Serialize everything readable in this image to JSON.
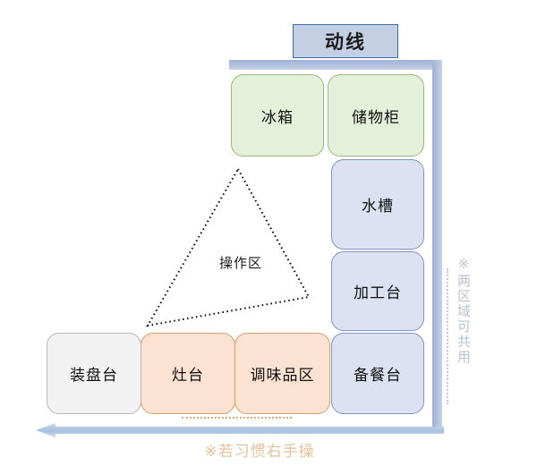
{
  "title": {
    "label": "动线"
  },
  "zone": {
    "label": "操作区"
  },
  "units": {
    "refrigerator": "冰箱",
    "storage_cabinet": "储物柜",
    "sink": "水槽",
    "prep_counter": "加工台",
    "serving_counter": "备餐台",
    "seasoning_area": "调味品区",
    "stove": "灶台",
    "plating_counter": "装盘台"
  },
  "notes": {
    "right_vertical": "※两区域可共用",
    "bottom_caption": "※若习惯右手操"
  },
  "colors": {
    "title_fill": "#c3cfe3",
    "title_border": "#3e6ea8",
    "wall": "#9fb2d4",
    "green_fill": "#e4f0da",
    "green_border": "#9ab97a",
    "blue_fill": "#dde2f2",
    "blue_border": "#8095c4",
    "orange_fill": "#fce2d3",
    "orange_border": "#d9a06a",
    "gray_fill": "#f2f2f2",
    "gray_border": "#b8b8b8",
    "arrow": "#a9c0e0",
    "note_right_text": "#b9c2cf",
    "caption_text": "#e7c29a",
    "triangle_stroke": "#000000"
  }
}
